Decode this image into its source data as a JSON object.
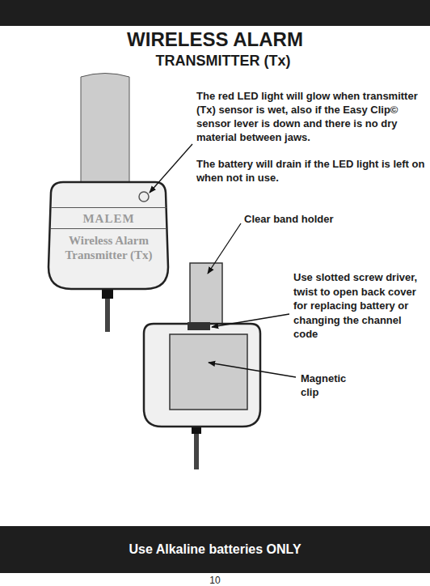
{
  "diagram": {
    "title": "WIRELESS ALARM",
    "nodes": [
      {
        "text": [
          "MALEM",
          "Wireless Alarm Transmitter (Tx)"
        ]
      },
      {
        "text": [
          "Use Alkaline batteries ONLY"
        ]
      }
    ],
    "labels": [
      "TRANSMITTER (Tx)",
      "The red LED light will glow when transmitter (Tx) sensor is wet, also if the Easy Clip© sensor lever is down and there is no dry material between jaws.",
      "The battery will drain if the LED light is left on when not in use.",
      "Clear band holder",
      "Use slotted screw driver, twist to open back cover for replacing battery or changing the channel code",
      "Magnetic clip",
      "10"
    ]
  }
}
